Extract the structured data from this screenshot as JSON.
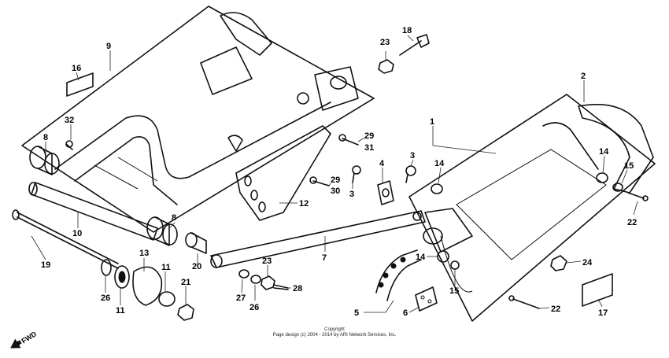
{
  "callouts": {
    "c1": "1",
    "c2": "2",
    "c3a": "3",
    "c3b": "3",
    "c4": "4",
    "c5": "5",
    "c6": "6",
    "c7": "7",
    "c8a": "8",
    "c8b": "8",
    "c9": "9",
    "c10": "10",
    "c11a": "11",
    "c11b": "11",
    "c12": "12",
    "c13": "13",
    "c14a": "14",
    "c14b": "14",
    "c14c": "14",
    "c15a": "15",
    "c15b": "15",
    "c16": "16",
    "c17": "17",
    "c18": "18",
    "c19": "19",
    "c20": "20",
    "c21": "21",
    "c22a": "22",
    "c22b": "22",
    "c23a": "23",
    "c23b": "23",
    "c24": "24",
    "c26a": "26",
    "c26b": "26",
    "c27": "27",
    "c28": "28",
    "c29a": "29",
    "c29b": "29",
    "c30": "30",
    "c31": "31",
    "c32": "32"
  },
  "fwd_label": "FWD",
  "copyright": {
    "line1": "Copyright",
    "line2": "Page design (c) 2004 - 2014 by ARI Network Services, Inc."
  }
}
